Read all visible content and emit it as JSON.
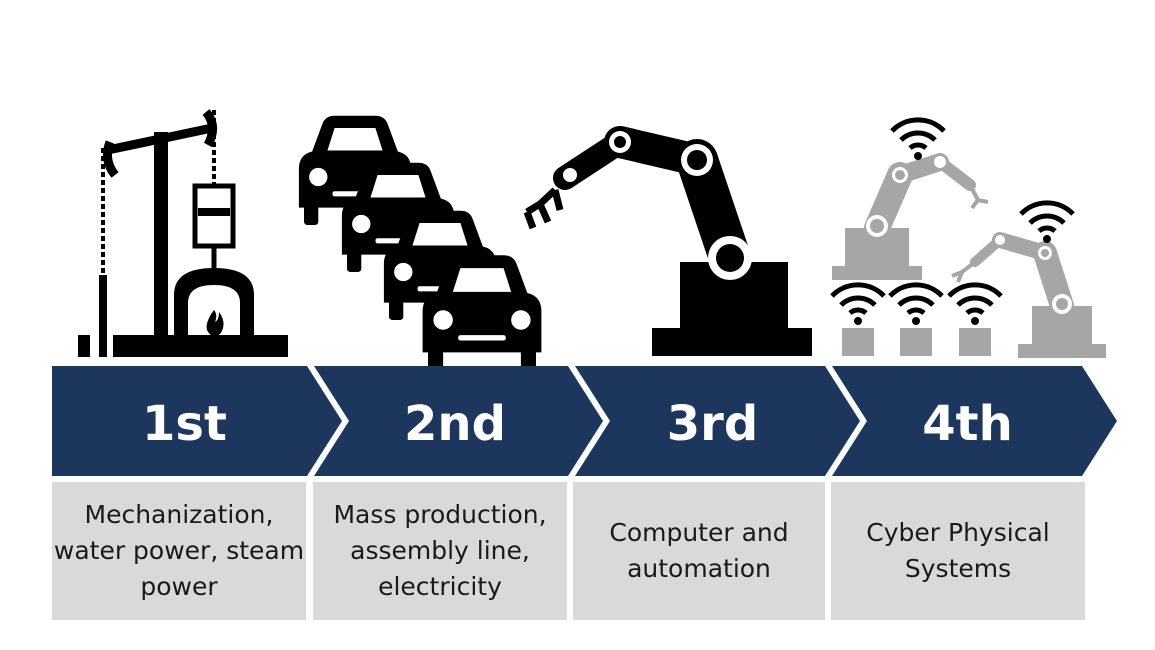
{
  "colors": {
    "arrow": "#1c365e",
    "box": "#d9d9d9",
    "icon_dark": "#000000",
    "icon_gray": "#a6a6a6"
  },
  "stages": [
    {
      "label": "1st",
      "description": "Mechanization,\nwater power, steam\npower",
      "icon": "steam-engine-icon"
    },
    {
      "label": "2nd",
      "description": "Mass production,\nassembly line,\nelectricity",
      "icon": "cars-assembly-icon"
    },
    {
      "label": "3rd",
      "description": "Computer and\nautomation",
      "icon": "robot-arm-icon"
    },
    {
      "label": "4th",
      "description": "Cyber Physical\nSystems",
      "icon": "cyber-physical-icon"
    }
  ]
}
